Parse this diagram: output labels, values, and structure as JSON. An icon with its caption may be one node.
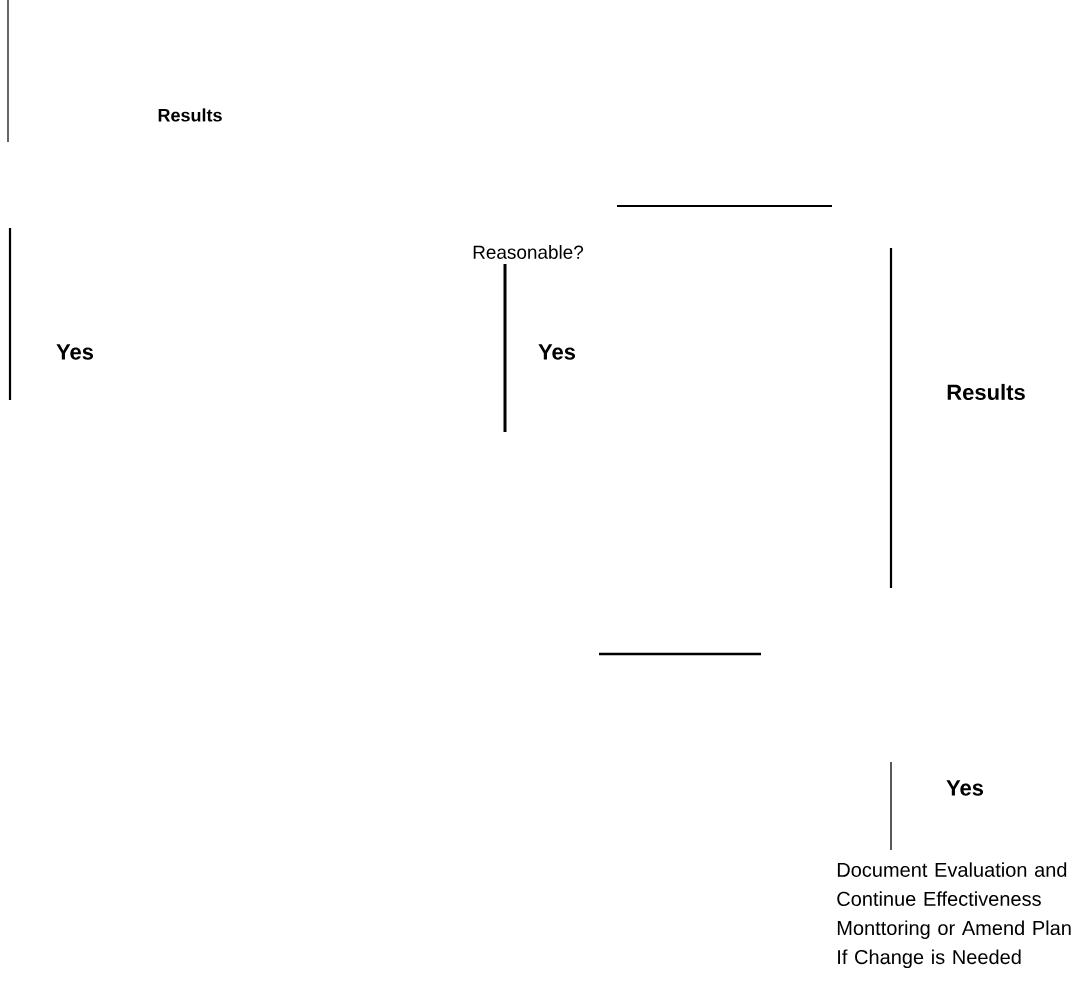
{
  "diagram": {
    "labels": [
      "Results",
      "Reasonable?",
      "Yes",
      "Yes",
      "Results",
      "Yes",
      "Document Evaluation and Continue Effectiveness Monttoring or Amend Plan If Change is Needed"
    ]
  }
}
